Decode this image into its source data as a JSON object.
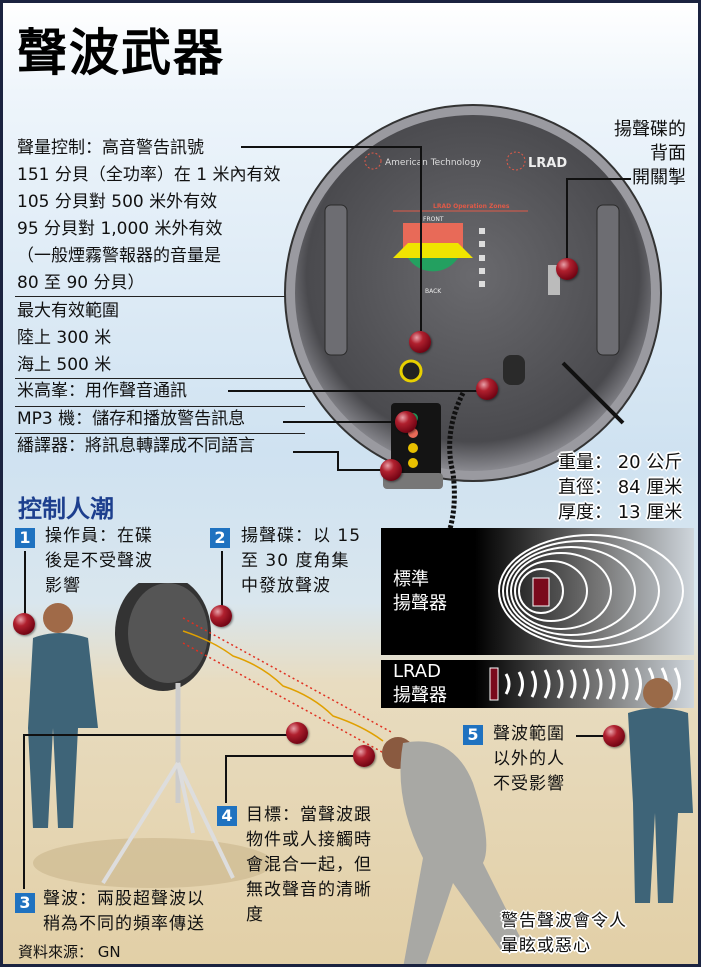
{
  "title": "聲波武器",
  "device": {
    "callouts": {
      "volume": [
        "聲量控制：高音警告訊號",
        "151 分貝（全功率）在 1 米內有效",
        "105 分貝對 500 米外有效",
        "95 分貝對 1,000 米外有效",
        "（一般煙霧警報器的音量是",
        " 80 至 90 分貝）"
      ],
      "range": [
        "最大有效範圍",
        "陸上 300 米",
        "海上 500 米"
      ],
      "mic": "米高峯：用作聲音通訊",
      "mp3": "MP3 機：儲存和播放警告訊息",
      "translator": "繙譯器：將訊息轉譯成不同語言",
      "switch": [
        "揚聲碟的",
        "背面",
        "開關掣"
      ]
    },
    "panel_labels": {
      "brand": "American Technology",
      "logo": "LRAD",
      "zones": "LRAD Operation Zones",
      "front": "FRONT",
      "back": "BACK"
    },
    "specs": [
      {
        "label": "重量",
        "value": "20 公斤"
      },
      {
        "label": "直徑",
        "value": "84 厘米"
      },
      {
        "label": "厚度",
        "value": "13 厘米"
      }
    ]
  },
  "crowd": {
    "heading": "控制人潮",
    "items": [
      {
        "num": "1",
        "lines": [
          "操作員：在碟",
          "後是不受聲波",
          "影響"
        ]
      },
      {
        "num": "2",
        "lines": [
          "揚聲碟：以 15",
          "至 30 度角集",
          "中發放聲波"
        ]
      },
      {
        "num": "3",
        "lines": [
          "聲波：兩股超聲波以",
          "稍為不同的頻率傳送"
        ]
      },
      {
        "num": "4",
        "lines": [
          "目標：當聲波跟",
          "物件或人接觸時",
          "會混合一起，但",
          "無改聲音的清晰",
          "度"
        ]
      },
      {
        "num": "5",
        "lines": [
          "聲波範圍",
          "以外的人",
          "不受影響"
        ]
      }
    ],
    "compare": {
      "standard": [
        "標準",
        "揚聲器"
      ],
      "lrad": [
        "LRAD",
        "揚聲器"
      ]
    },
    "warning": [
      "警告聲波會令人",
      "暈眩或惡心"
    ]
  },
  "source": "資料來源： GN",
  "colors": {
    "accent_blue": "#1f72c0",
    "heading_blue": "#1d3f8e",
    "marker_red": "#8a0a1c"
  }
}
